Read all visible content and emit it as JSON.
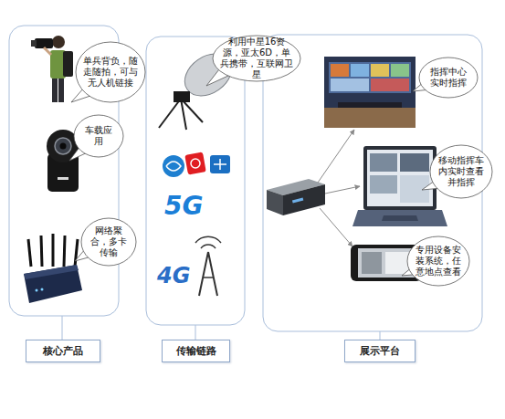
{
  "diagram": {
    "nodes": [
      {
        "text": [
          "单兵背负，随走随拍，可与无人机链接"
        ]
      },
      {
        "text": [
          "车载应用"
        ]
      },
      {
        "text": [
          "网络聚合，多卡传输"
        ]
      },
      {
        "text": [
          "利用中星16资源，亚太6D，单兵携带，互联网卫星"
        ]
      },
      {
        "text": [
          "指挥中心实时指挥"
        ]
      },
      {
        "text": [
          "移动指挥车内实时查看并指挥"
        ]
      },
      {
        "text": [
          "专用设备安装系统，任意地点查看"
        ]
      },
      {
        "text": [
          "核心产品"
        ]
      },
      {
        "text": [
          "传输链路"
        ]
      },
      {
        "text": [
          "展示平台"
        ]
      }
    ],
    "labels": [
      "5G",
      "4G"
    ]
  }
}
